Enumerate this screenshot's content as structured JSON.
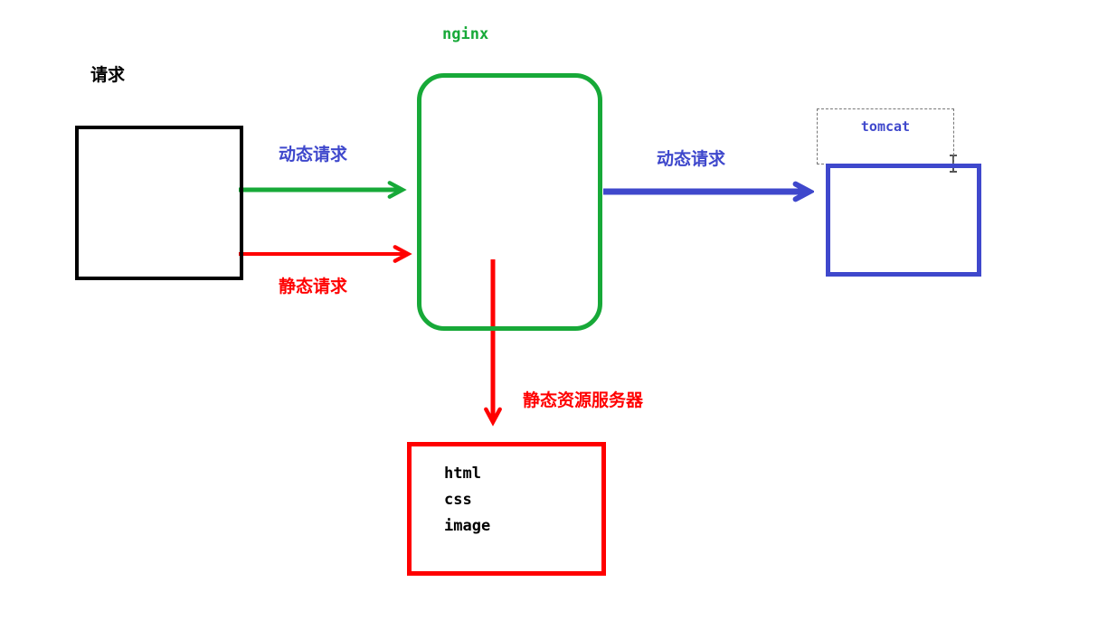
{
  "diagram": {
    "client_label": "请求",
    "nginx_label": "nginx",
    "tomcat_label": "tomcat",
    "arrow_dynamic_left_label": "动态请求",
    "arrow_static_left_label": "静态请求",
    "arrow_dynamic_right_label": "动态请求",
    "static_server_label": "静态资源服务器",
    "static_files": [
      "html",
      "css",
      "image"
    ],
    "colors": {
      "green": "#17a938",
      "red": "#ff0000",
      "blue": "#3f48cc",
      "black": "#000000"
    }
  }
}
